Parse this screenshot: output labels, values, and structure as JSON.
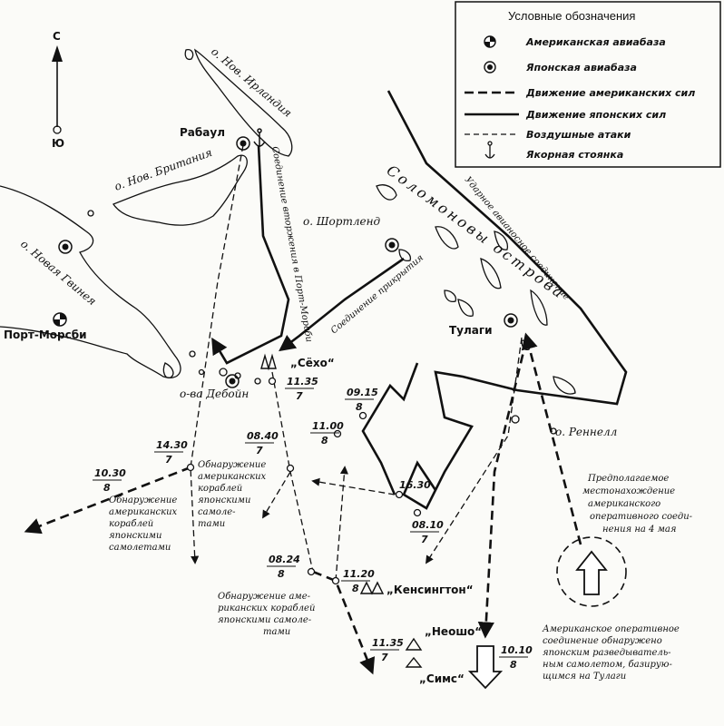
{
  "legend": {
    "title": "Условные обозначения",
    "items": [
      {
        "key": "us_airbase",
        "label": "Американская авиабаза"
      },
      {
        "key": "jp_airbase",
        "label": "Японская авиабаза"
      },
      {
        "key": "us_move",
        "label": "Движение американских сил"
      },
      {
        "key": "jp_move",
        "label": "Движение японских сил"
      },
      {
        "key": "air",
        "label": "Воздушные атаки"
      },
      {
        "key": "anchor",
        "label": "Якорная стоянка"
      }
    ]
  },
  "compass": {
    "north": "С",
    "south": "Ю"
  },
  "places": {
    "new_ireland": "о. Нов. Ирландия",
    "new_britain": "о. Нов. Британия",
    "new_guinea": "о. Новая Гвинея",
    "rabaul": "Рабаул",
    "shortland": "о. Шортленд",
    "solomons": "Соломоновы острова",
    "tulagi": "Тулаги",
    "port_moresby": "Порт-Морсби",
    "deboyne": "о-ва Дебойн",
    "rennell": "о. Реннелл"
  },
  "forces": {
    "moresby_group": "Соединение вторжения в Порт-Морсби",
    "cover_group": "Соединение прикрытия",
    "strike_group": "Ударное авианосное соединение",
    "shoho": "„Сёхо“",
    "kensington": "„Кенсингтон“",
    "neosho": "„Неошо“",
    "sims": "„Симс“"
  },
  "times": [
    {
      "key": "t1",
      "top": "10.30",
      "bottom": "8"
    },
    {
      "key": "t2",
      "top": "14.30",
      "bottom": "7"
    },
    {
      "key": "t3",
      "top": "08.40",
      "bottom": "7"
    },
    {
      "key": "t4",
      "top": "11.35",
      "bottom": "7"
    },
    {
      "key": "t5",
      "top": "09.15",
      "bottom": "8"
    },
    {
      "key": "t6",
      "top": "11.00",
      "bottom": "8"
    },
    {
      "key": "t7",
      "top": "16.30",
      "bottom": ""
    },
    {
      "key": "t8",
      "top": "08.10",
      "bottom": "7"
    },
    {
      "key": "t9",
      "top": "08.24",
      "bottom": "8"
    },
    {
      "key": "t10",
      "top": "11.20",
      "bottom": "8"
    },
    {
      "key": "t11",
      "top": "11.35",
      "bottom": "7"
    },
    {
      "key": "t12",
      "top": "10.10",
      "bottom": "8"
    }
  ],
  "notes": {
    "detect_left": [
      "Обнаружение",
      "американских",
      "кораблей",
      "японскими",
      "самолетами"
    ],
    "detect_mid": [
      "Обнаружение",
      "американских",
      "кораблей",
      "японскими",
      "самоле-",
      "тами"
    ],
    "detect_bottom": [
      "Обнаружение аме-",
      "риканских кораблей",
      "японскими самоле-",
      "тами"
    ],
    "assumed": [
      "Предполагаемое",
      "местонахождение",
      "американского",
      "оперативного соеди-",
      "нения на 4 мая"
    ],
    "us_detected": [
      "Американское оперативное",
      "соединение обнаружено",
      "японским разведыватель-",
      "ным самолетом, базирую-",
      "щимся на Тулаги"
    ]
  }
}
